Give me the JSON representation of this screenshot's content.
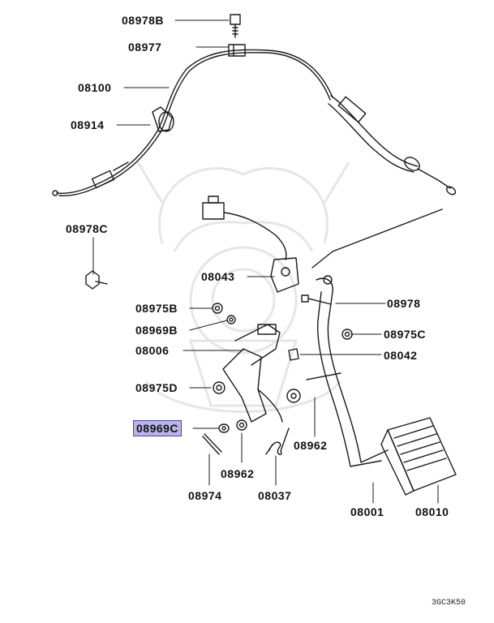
{
  "diagram": {
    "labels": [
      {
        "id": "p08978B",
        "text": "08978B",
        "interactable": true
      },
      {
        "id": "p08977",
        "text": "08977",
        "interactable": true
      },
      {
        "id": "p08100",
        "text": "08100",
        "interactable": true
      },
      {
        "id": "p08914",
        "text": "08914",
        "interactable": true
      },
      {
        "id": "p08978C",
        "text": "08978C",
        "interactable": true
      },
      {
        "id": "p08043",
        "text": "08043",
        "interactable": true
      },
      {
        "id": "p08975B",
        "text": "08975B",
        "interactable": true
      },
      {
        "id": "p08969B",
        "text": "08969B",
        "interactable": true
      },
      {
        "id": "p08006",
        "text": "08006",
        "interactable": true
      },
      {
        "id": "p08975D",
        "text": "08975D",
        "interactable": true
      },
      {
        "id": "p08969C",
        "text": "08969C",
        "interactable": true,
        "highlighted": true
      },
      {
        "id": "p08974",
        "text": "08974",
        "interactable": true
      },
      {
        "id": "p08962a",
        "text": "08962",
        "interactable": true
      },
      {
        "id": "p08037",
        "text": "08037",
        "interactable": true
      },
      {
        "id": "p08962b",
        "text": "08962",
        "interactable": true
      },
      {
        "id": "p08978",
        "text": "08978",
        "interactable": true
      },
      {
        "id": "p08975C",
        "text": "08975C",
        "interactable": true
      },
      {
        "id": "p08042",
        "text": "08042",
        "interactable": true
      },
      {
        "id": "p08001",
        "text": "08001",
        "interactable": true
      },
      {
        "id": "p08010",
        "text": "08010",
        "interactable": true
      }
    ],
    "figure_code": "3GC3K50",
    "colors": {
      "line": "#1a1a1a",
      "highlight": "#b9b4e8",
      "highlight_border": "#4a46a8",
      "watermark": "#e6e6e6"
    }
  }
}
